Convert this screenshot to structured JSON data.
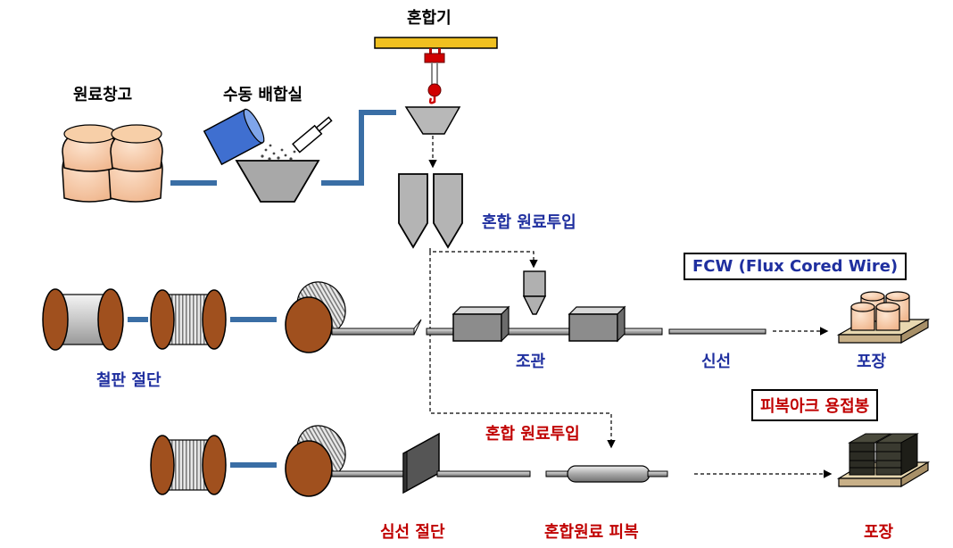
{
  "labels": {
    "mixer": "혼합기",
    "raw_storage": "원료창고",
    "manual_mixing": "수동 배합실",
    "feed_mix_1": "혼합 원료투입",
    "fcw_title": "FCW (Flux Cored Wire)",
    "steel_cut": "철판 절단",
    "forming": "조관",
    "drawing": "신선",
    "packaging_1": "포장",
    "sma_title": "피복아크 용접봉",
    "feed_mix_2": "혼합 원료투입",
    "core_cut": "심선 절단",
    "coating": "혼합원료 피복",
    "packaging_2": "포장"
  },
  "colors": {
    "blue_connector": "#3a6ea5",
    "spool_brown": "#a0501e",
    "sack_peach": "#f4c8a0",
    "label_blue": "#1f2f9f",
    "label_red": "#c00000",
    "beam_yellow": "#f0c020"
  }
}
